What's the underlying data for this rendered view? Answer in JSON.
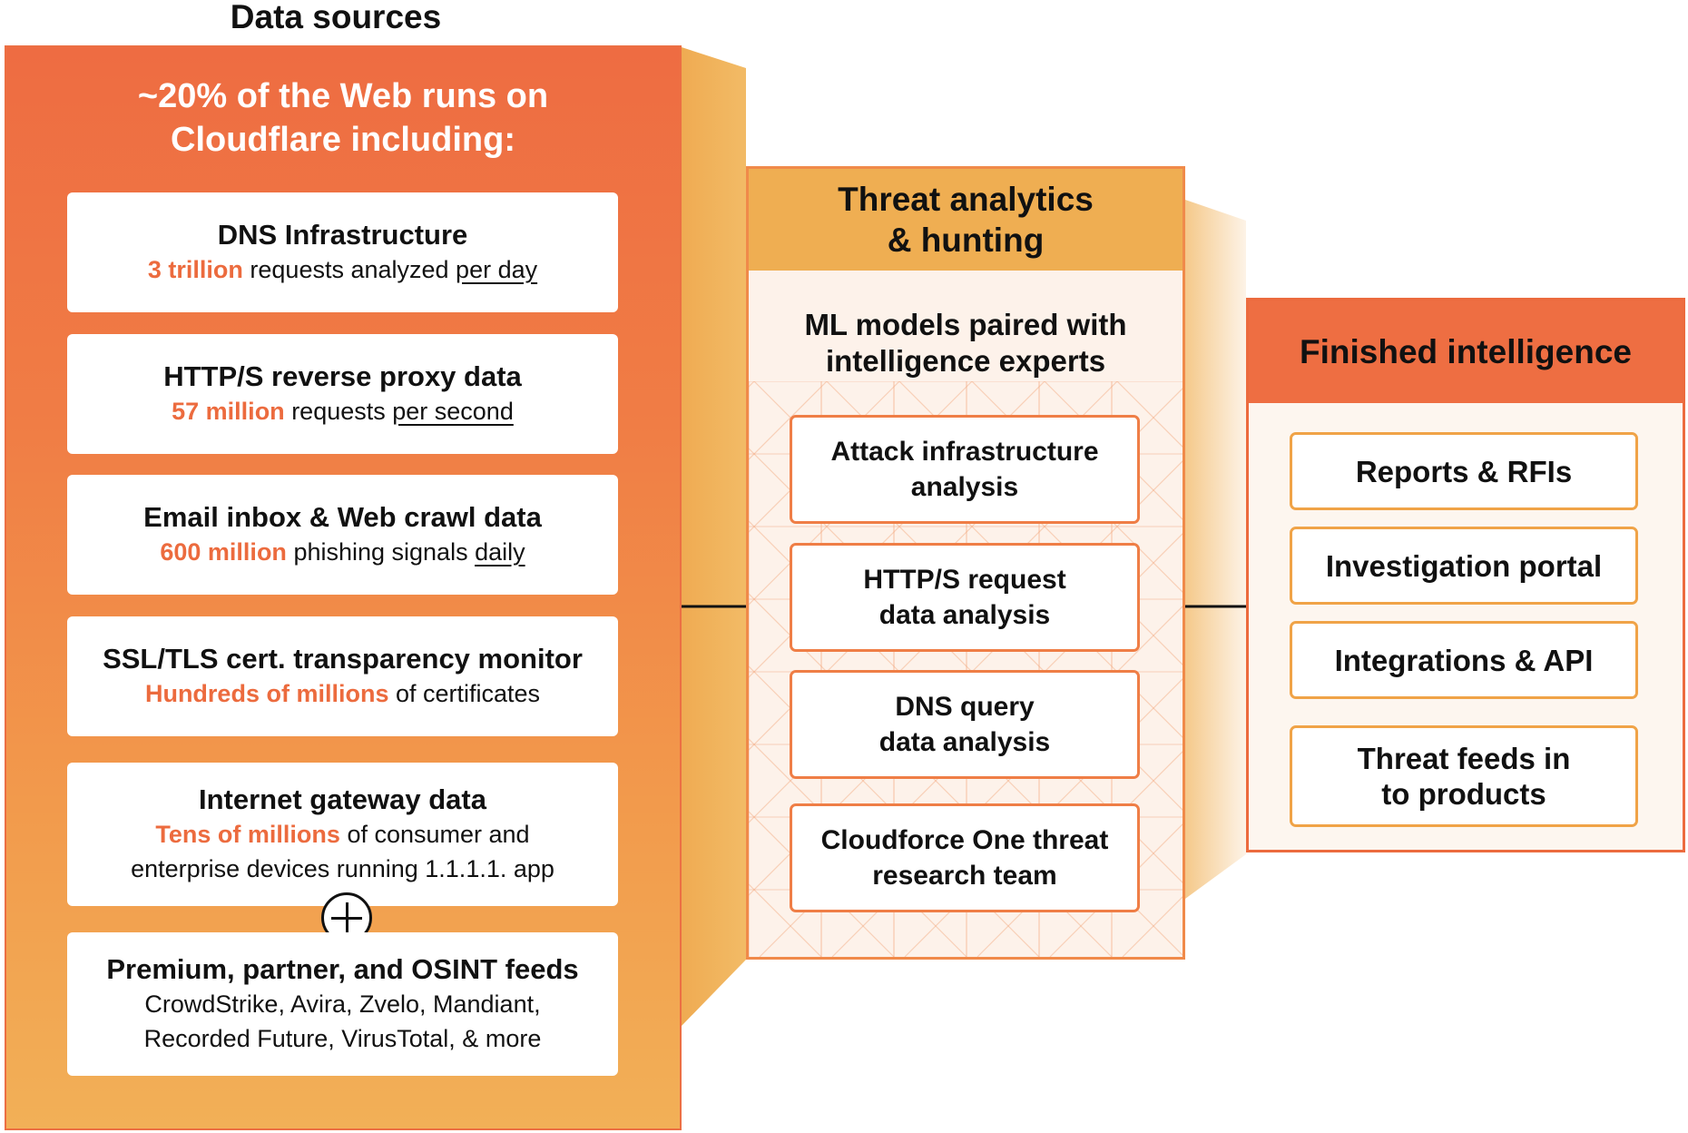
{
  "data_sources": {
    "title": "Data sources",
    "heading": "~20% of the Web runs on Cloudflare including:",
    "cards": [
      {
        "title": "DNS Infrastructure",
        "highlight": "3 trillion",
        "middle": " requests analyzed ",
        "underlined": "per day"
      },
      {
        "title": "HTTP/S reverse proxy data",
        "highlight": "57 million",
        "middle": " requests ",
        "underlined": "per second"
      },
      {
        "title": "Email inbox & Web crawl data",
        "highlight": "600 million",
        "middle": " phishing signals ",
        "underlined": "daily"
      },
      {
        "title": "SSL/TLS cert. transparency monitor",
        "highlight": "Hundreds of millions",
        "middle": " of certificates"
      },
      {
        "title": "Internet gateway data",
        "highlight": "Tens of millions",
        "middle": " of consumer and",
        "line2": "enterprise devices running 1.1.1.1. app"
      },
      {
        "title": "Premium, partner, and OSINT feeds",
        "line1": "CrowdStrike, Avira, Zvelo, Mandiant,",
        "line2": "Recorded Future, VirusTotal, & more"
      }
    ],
    "plus_icon": "plus-circle-icon"
  },
  "threat_analytics": {
    "header_line1": "Threat analytics",
    "header_line2": "& hunting",
    "sub_line1": "ML models paired with",
    "sub_line2": "intelligence experts",
    "cards": [
      {
        "line1": "Attack infrastructure",
        "line2": "analysis"
      },
      {
        "line1": "HTTP/S request",
        "line2": "data analysis"
      },
      {
        "line1": "DNS query",
        "line2": "data analysis"
      },
      {
        "line1": "Cloudforce One threat",
        "line2": "research team"
      }
    ]
  },
  "finished_intelligence": {
    "header": "Finished intelligence",
    "cards": [
      {
        "line1": "Reports & RFIs"
      },
      {
        "line1": "Investigation portal"
      },
      {
        "line1": "Integrations & API"
      },
      {
        "line1": "Threat feeds in",
        "line2": "to products"
      }
    ]
  },
  "colors": {
    "orange": "#ee6c42",
    "amber": "#efae52",
    "light": "#fdf2ea"
  }
}
